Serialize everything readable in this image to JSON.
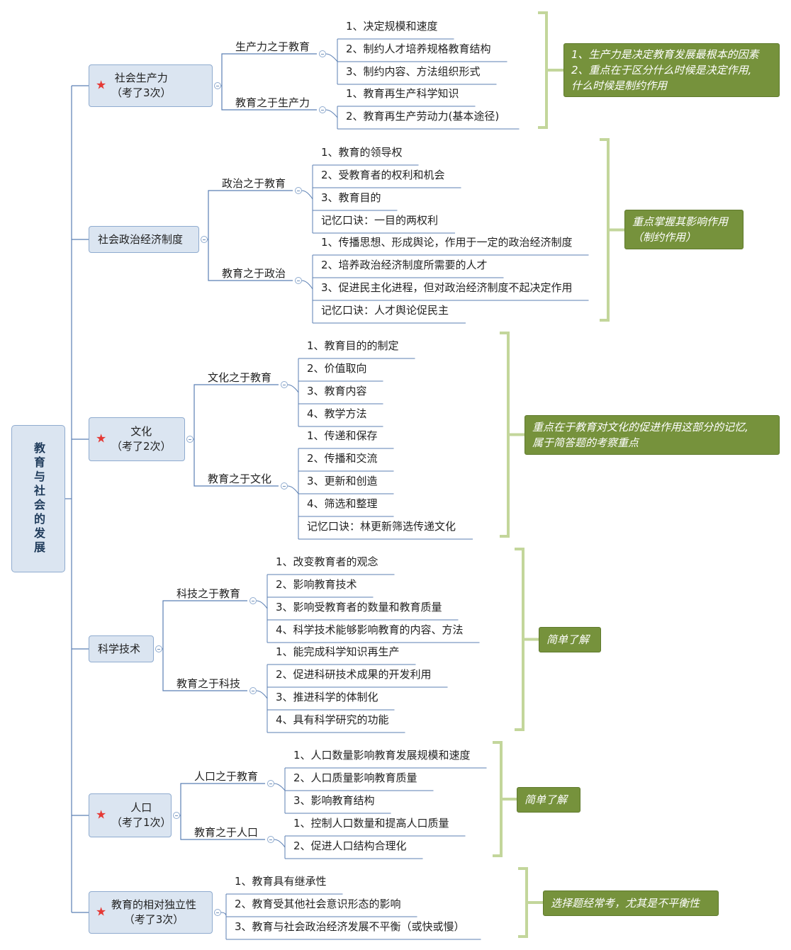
{
  "colors": {
    "line": "#5b7fb3",
    "box_fill": "#dbe5f1",
    "box_border": "#8fabcf",
    "star": "#e53935",
    "bracket": "#c3d69b",
    "note_fill": "#76923c"
  },
  "root": {
    "title": "教育与社会的发展"
  },
  "topics": [
    {
      "title": "社会生产力\n（考了3次）",
      "starred": true,
      "subs": [
        {
          "title": "生产力之于教育",
          "items": [
            "1、决定规模和速度",
            "2、制约人才培养规格教育结构",
            "3、制约内容、方法组织形式"
          ]
        },
        {
          "title": "教育之于生产力",
          "items": [
            "1、教育再生产科学知识",
            "2、教育再生产劳动力(基本途径)"
          ]
        }
      ],
      "note": "1、生产力是决定教育发展最根本的因素\n2、重点在于区分什么时候是决定作用,\n什么时候是制约作用"
    },
    {
      "title": "社会政治经济制度",
      "starred": false,
      "subs": [
        {
          "title": "政治之于教育",
          "items": [
            "1、教育的领导权",
            "2、受教育者的权利和机会",
            "3、教育目的",
            "记忆口诀：一目的两权利"
          ]
        },
        {
          "title": "教育之于政治",
          "items": [
            "1、传播思想、形成舆论，作用于一定的政治经济制度",
            "2、培养政治经济制度所需要的人才",
            "3、促进民主化进程，但对政治经济制度不起决定作用",
            "记忆口诀：人才舆论促民主"
          ]
        }
      ],
      "note": "重点掌握其影响作用\n（制约作用）"
    },
    {
      "title": "文化\n（考了2次）",
      "starred": true,
      "subs": [
        {
          "title": "文化之于教育",
          "items": [
            "1、教育目的的制定",
            "2、价值取向",
            "3、教育内容",
            "4、教学方法"
          ]
        },
        {
          "title": "教育之于文化",
          "items": [
            "1、传递和保存",
            "2、传播和交流",
            "3、更新和创造",
            "4、筛选和整理",
            "记忆口诀：林更新筛选传递文化"
          ]
        }
      ],
      "note": "重点在于教育对文化的促进作用这部分的记忆,\n属于简答题的考察重点"
    },
    {
      "title": "科学技术",
      "starred": false,
      "subs": [
        {
          "title": "科技之于教育",
          "items": [
            "1、改变教育者的观念",
            "2、影响教育技术",
            "3、影响受教育者的数量和教育质量",
            "4、科学技术能够影响教育的内容、方法"
          ]
        },
        {
          "title": "教育之于科技",
          "items": [
            "1、能完成科学知识再生产",
            "2、促进科研技术成果的开发利用",
            "3、推进科学的体制化",
            "4、具有科学研究的功能"
          ]
        }
      ],
      "note": "简单了解"
    },
    {
      "title": "人口\n（考了1次）",
      "starred": true,
      "subs": [
        {
          "title": "人口之于教育",
          "items": [
            "1、人口数量影响教育发展规模和速度",
            "2、人口质量影响教育质量",
            "3、影响教育结构"
          ]
        },
        {
          "title": "教育之于人口",
          "items": [
            "1、控制人口数量和提高人口质量",
            "2、促进人口结构合理化"
          ]
        }
      ],
      "note": "简单了解"
    },
    {
      "title": "教育的相对独立性\n（考了3次）",
      "starred": true,
      "subs": [],
      "items": [
        "1、教育具有继承性",
        "2、教育受其他社会意识形态的影响",
        "3、教育与社会政治经济发展不平衡（或快或慢）"
      ],
      "note": "选择题经常考，尤其是不平衡性"
    }
  ]
}
